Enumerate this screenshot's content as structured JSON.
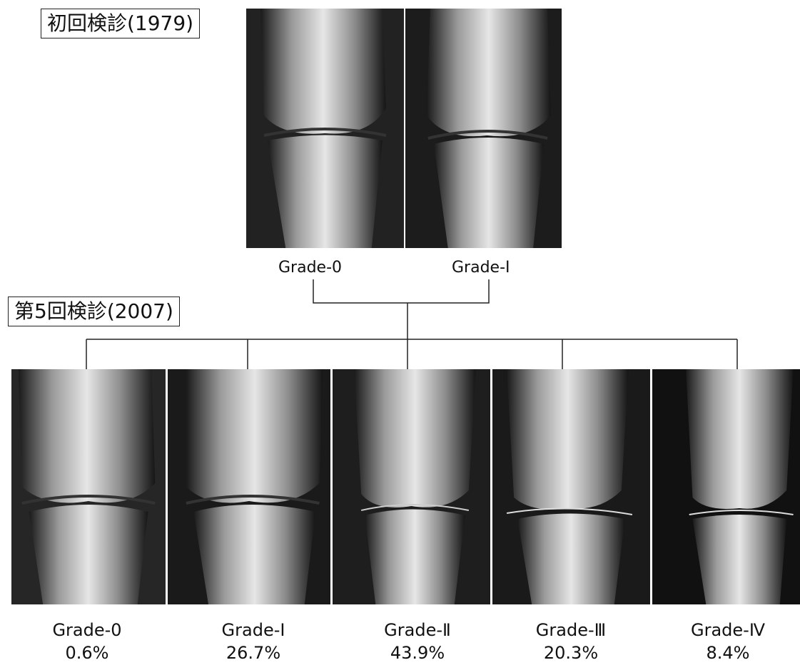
{
  "labels": {
    "initial_exam": "初回検診(1979)",
    "fifth_exam": "第5回検診(2007)"
  },
  "top_grades": [
    {
      "label": "Grade-0"
    },
    {
      "label": "Grade-Ⅰ"
    }
  ],
  "bottom_grades": [
    {
      "label": "Grade-0",
      "percent": "0.6%"
    },
    {
      "label": "Grade-Ⅰ",
      "percent": "26.7%"
    },
    {
      "label": "Grade-Ⅱ",
      "percent": "43.9%"
    },
    {
      "label": "Grade-Ⅲ",
      "percent": "20.3%"
    },
    {
      "label": "Grade-Ⅳ",
      "percent": "8.4%"
    }
  ]
}
